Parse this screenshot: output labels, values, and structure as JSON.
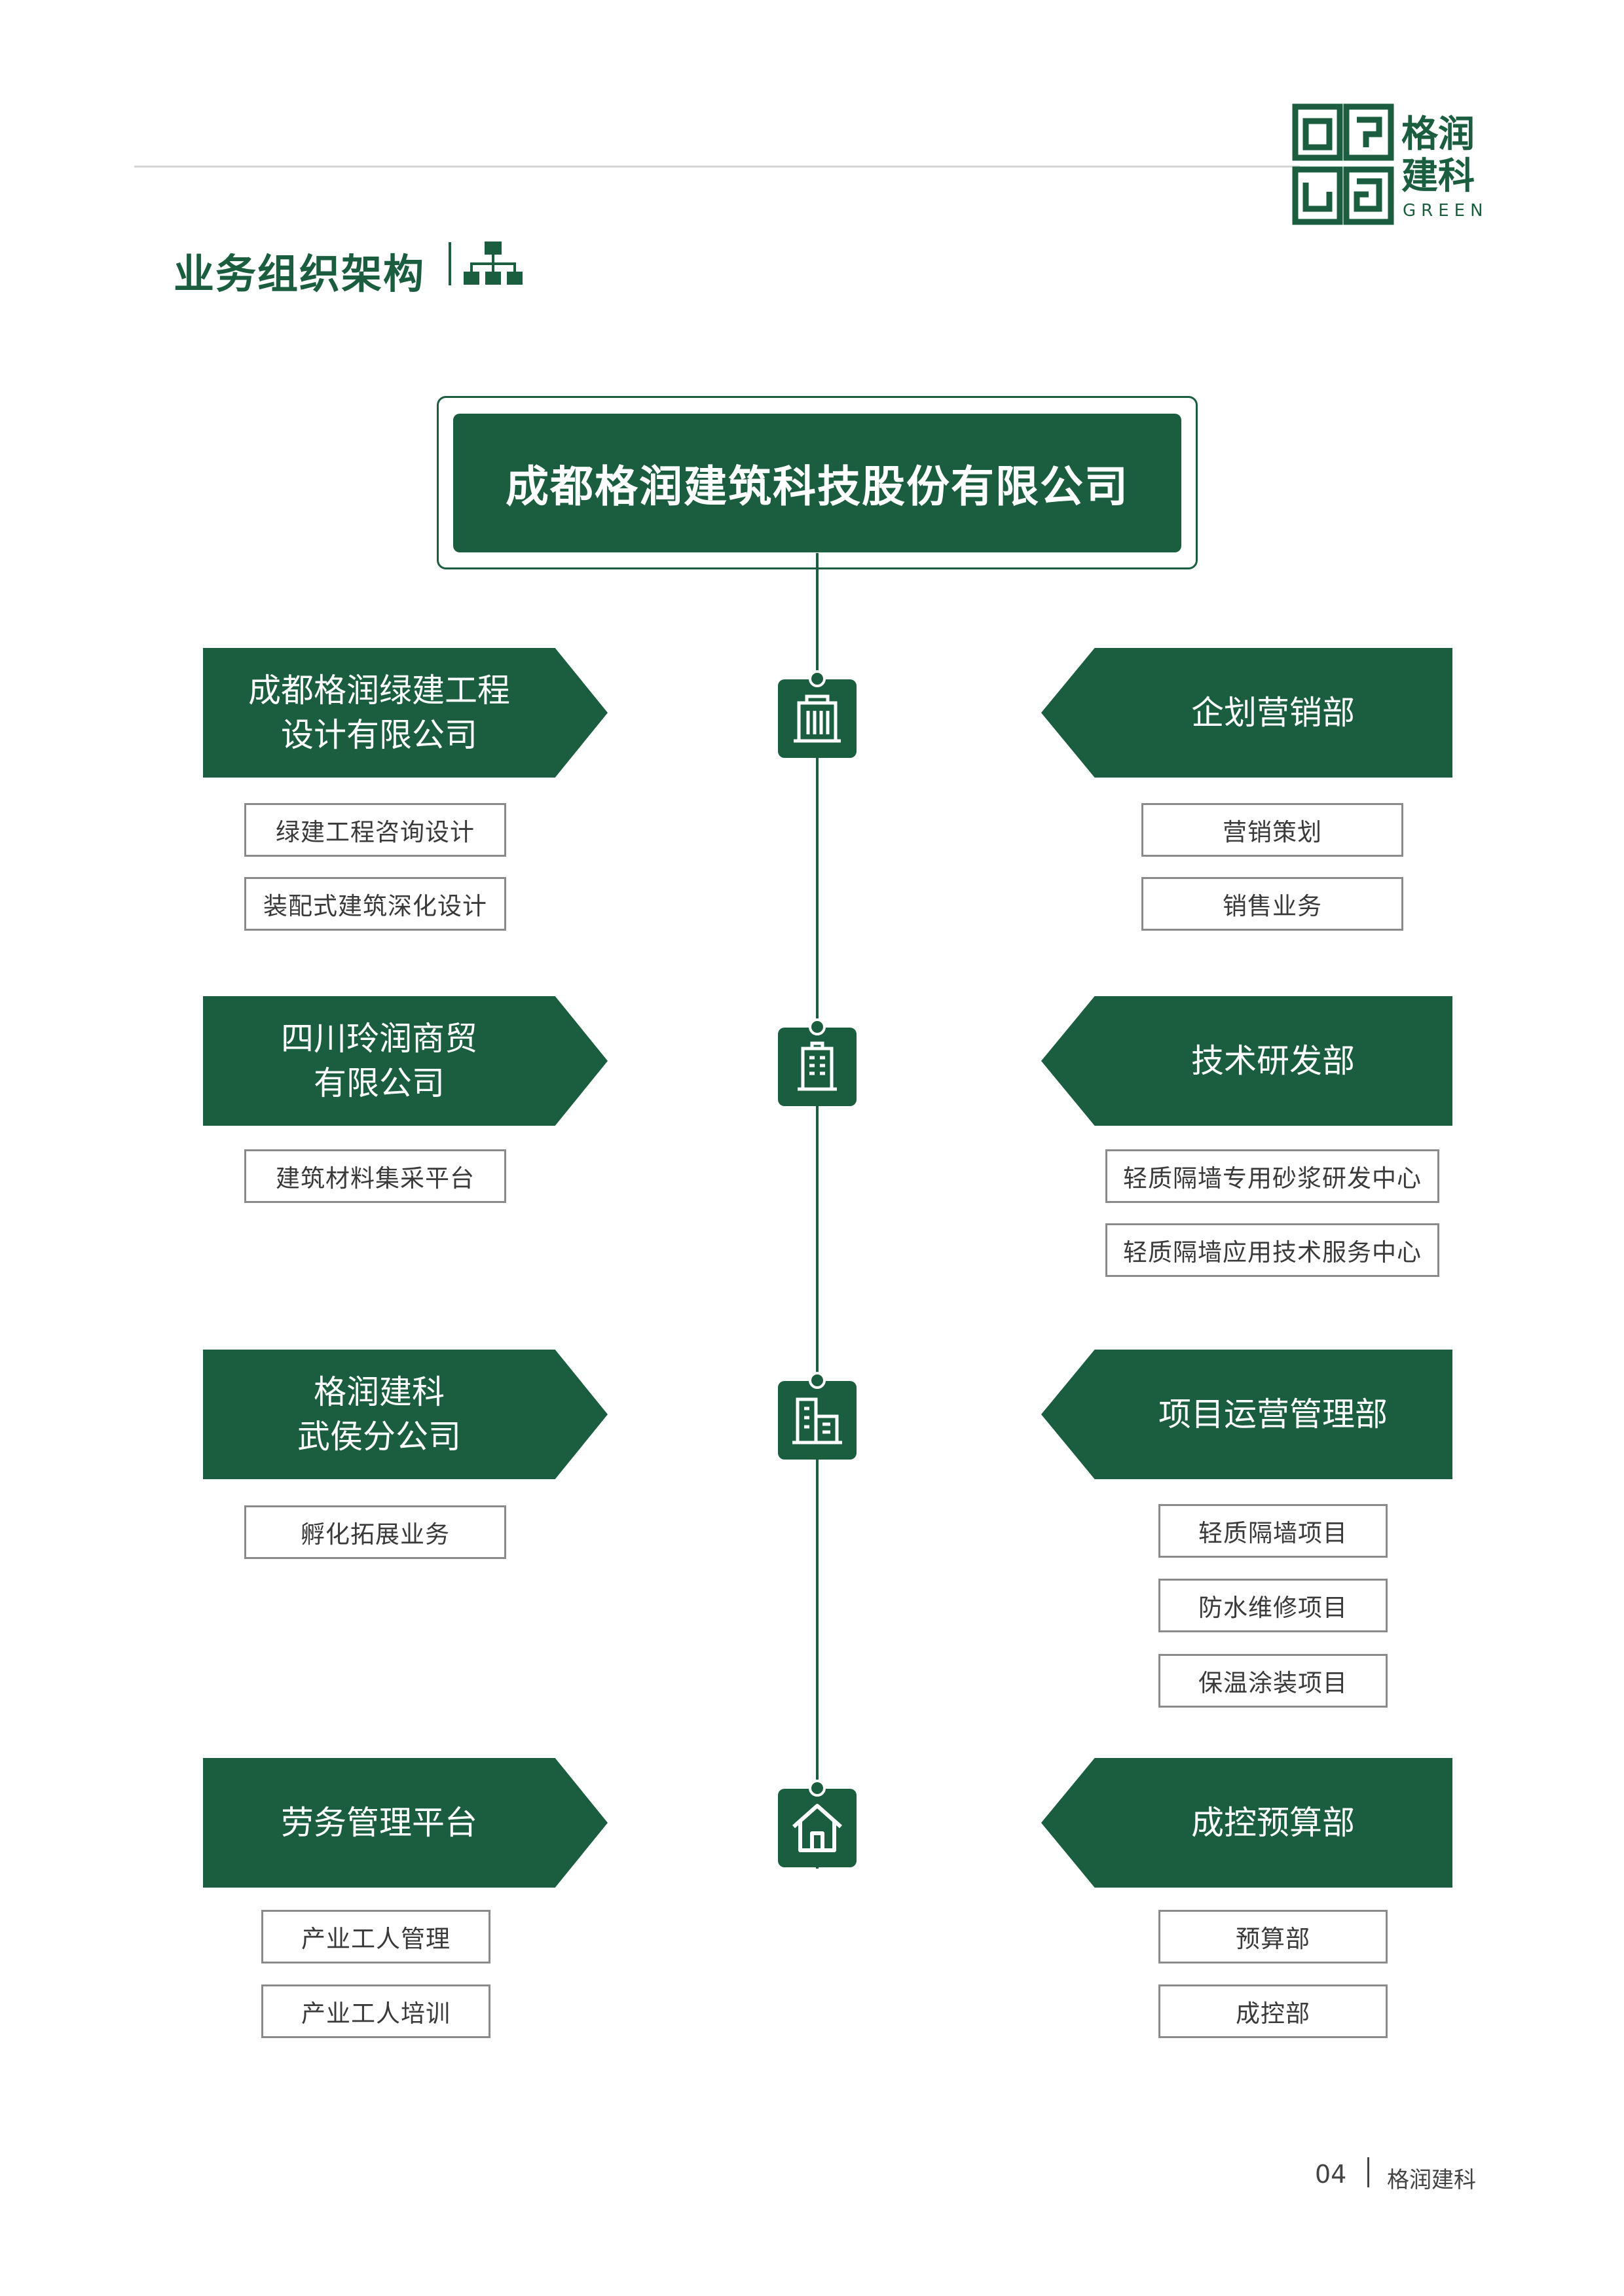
{
  "brand": {
    "logo_line1": "格润",
    "logo_line2": "建科",
    "logo_sub": "GREEN",
    "green": "#1b5e3f"
  },
  "heading": "业务组织架构",
  "company": "成都格润建筑科技股份有限公司",
  "left_units": [
    {
      "title": "成都格润绿建工程\n设计有限公司",
      "items": [
        "绿建工程咨询设计",
        "装配式建筑深化设计"
      ]
    },
    {
      "title": "四川玲润商贸\n有限公司",
      "items": [
        "建筑材料集采平台"
      ]
    },
    {
      "title": "格润建科\n武侯分公司",
      "items": [
        "孵化拓展业务"
      ]
    },
    {
      "title": "劳务管理平台",
      "items": [
        "产业工人管理",
        "产业工人培训"
      ]
    }
  ],
  "right_units": [
    {
      "title": "企划营销部",
      "items": [
        "营销策划",
        "销售业务"
      ]
    },
    {
      "title": "技术研发部",
      "items": [
        "轻质隔墙专用砂浆研发中心",
        "轻质隔墙应用技术服务中心"
      ]
    },
    {
      "title": "项目运营管理部",
      "items": [
        "轻质隔墙项目",
        "防水维修项目",
        "保温涂装项目"
      ]
    },
    {
      "title": "成控预算部",
      "items": [
        "预算部",
        "成控部"
      ]
    }
  ],
  "node_icons": [
    "office-building-icon",
    "building-icon",
    "store-building-icon",
    "house-icon"
  ],
  "footer": {
    "page": "04",
    "name": "格润建科"
  }
}
